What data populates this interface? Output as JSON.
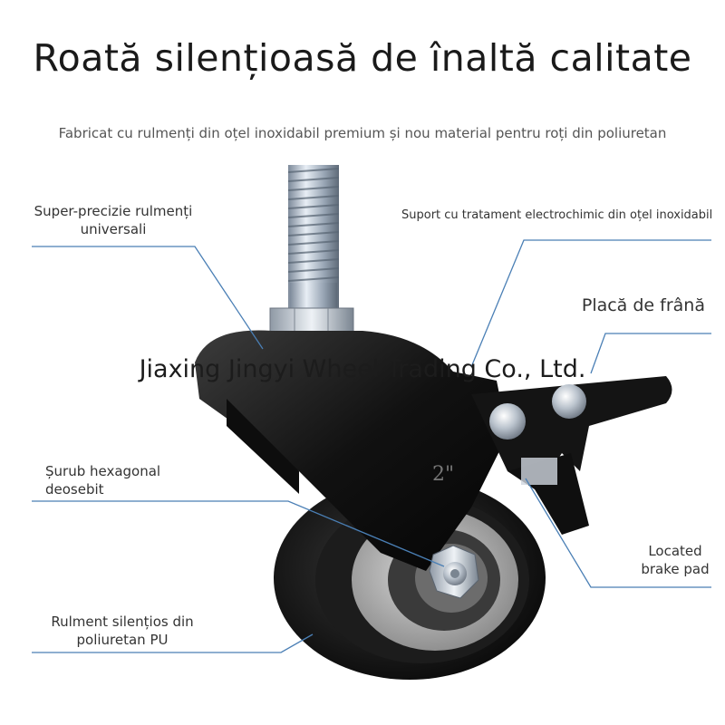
{
  "title": "Roată silențioasă de înaltă calitate",
  "subtitle": "Fabricat cu rulmenți din oțel inoxidabil premium și nou material pentru roți din poliuretan",
  "labels": {
    "bearings": "Super-precizie rulmenți universali",
    "bracket": "Suport cu tratament electrochimic din oțel inoxidabil",
    "brake_plate": "Placă de frână",
    "hex_screw": "Șurub hexagonal deosebit",
    "brake_pad": "Located brake pad",
    "pu_bearing": "Rulment silențios din poliuretan PU"
  },
  "wheel_size_mark": "2\"",
  "watermark": "Jiaxing Jingyi Wheel Trading Co., Ltd.",
  "colors": {
    "leader_line": "#4a7fb5",
    "text": "#333333"
  }
}
